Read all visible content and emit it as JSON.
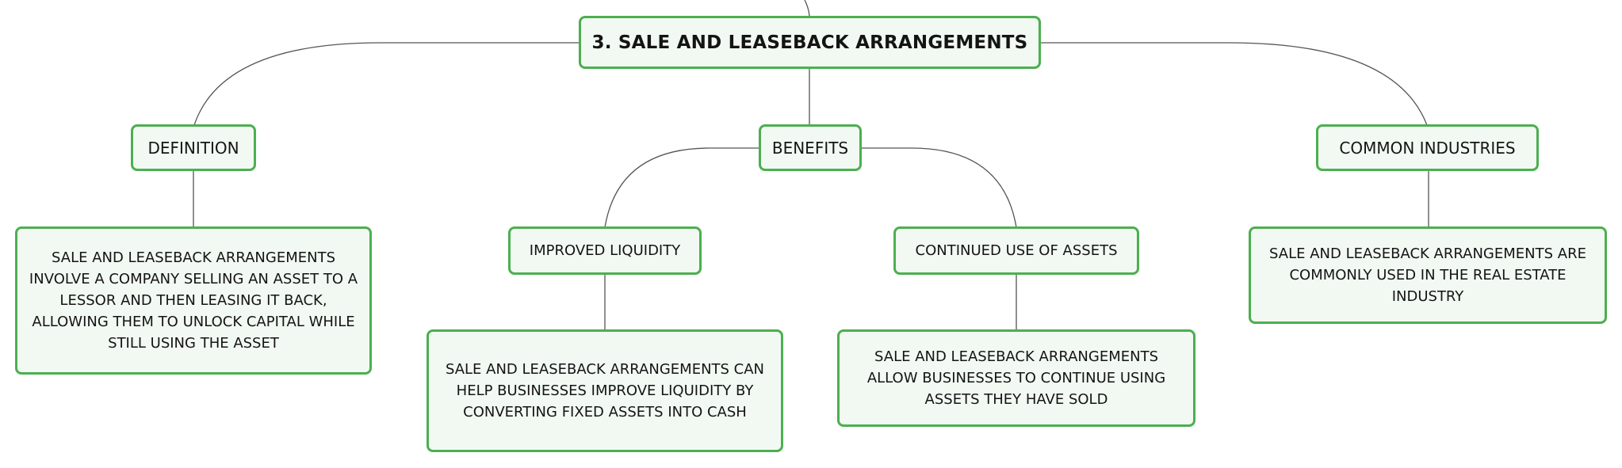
{
  "root": {
    "label": "3. SALE AND LEASEBACK ARRANGEMENTS"
  },
  "definition": {
    "label": "DEFINITION",
    "detail": "SALE AND LEASEBACK ARRANGEMENTS INVOLVE A COMPANY SELLING AN ASSET TO A LESSOR AND THEN LEASING IT BACK, ALLOWING THEM TO UNLOCK CAPITAL WHILE STILL USING THE ASSET"
  },
  "benefits": {
    "label": "BENEFITS",
    "improved_liquidity": {
      "label": "IMPROVED LIQUIDITY",
      "detail": "SALE AND LEASEBACK ARRANGEMENTS CAN HELP BUSINESSES IMPROVE LIQUIDITY BY CONVERTING FIXED ASSETS INTO CASH"
    },
    "continued_use": {
      "label": "CONTINUED USE OF ASSETS",
      "detail": "SALE AND LEASEBACK ARRANGEMENTS ALLOW BUSINESSES TO CONTINUE USING ASSETS THEY HAVE SOLD"
    }
  },
  "common_industries": {
    "label": "COMMON INDUSTRIES",
    "detail": "SALE AND LEASEBACK ARRANGEMENTS ARE COMMONLY USED IN THE REAL ESTATE INDUSTRY"
  },
  "colors": {
    "node_border": "#4caf50",
    "node_fill": "#f2f9f2",
    "connector": "#555555"
  }
}
